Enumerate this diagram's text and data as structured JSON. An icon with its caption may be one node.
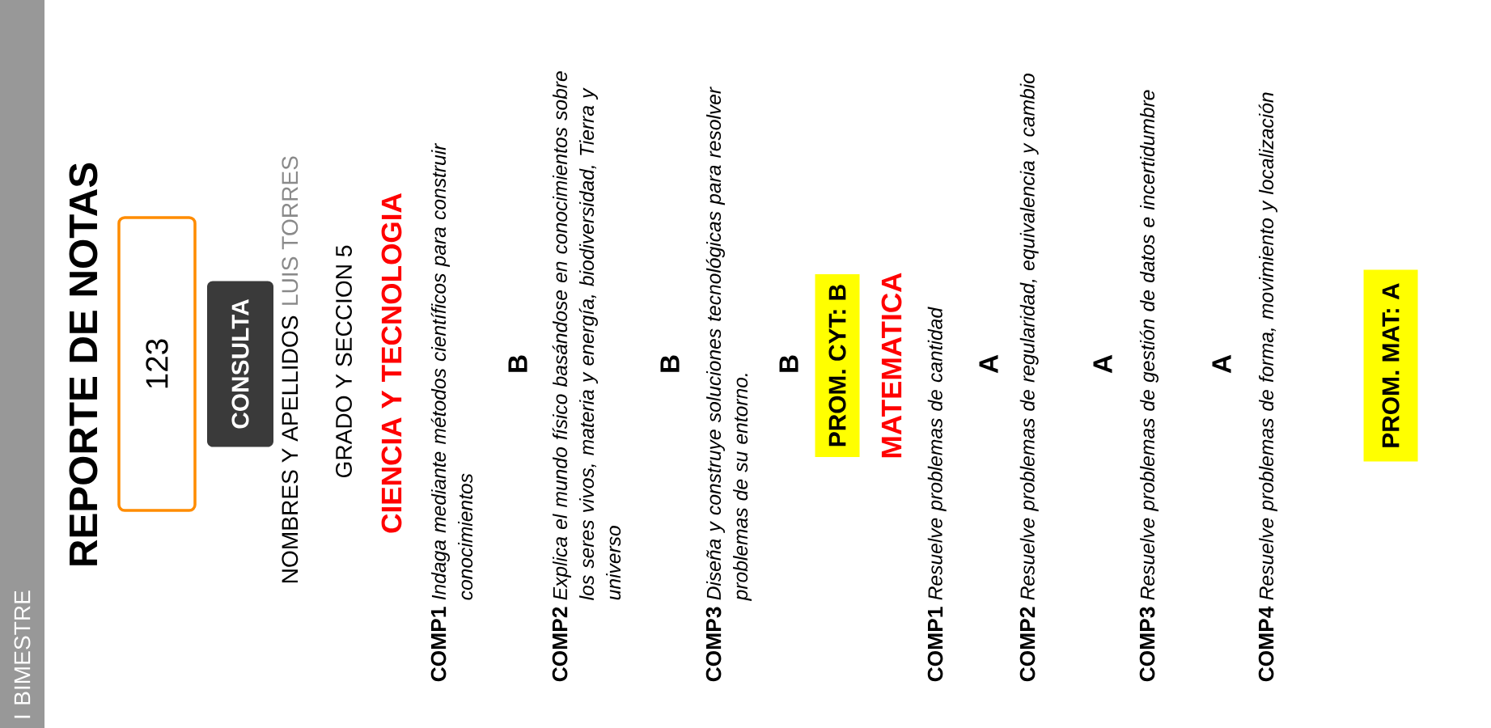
{
  "diagram": {
    "title": "REPORTE DE NOTAS",
    "nodes": [
      {
        "text": [
          "I BIMESTRE"
        ]
      },
      {
        "text": [
          "123"
        ]
      },
      {
        "text": [
          "CONSULTA"
        ]
      },
      {
        "text": [
          "PROM. CYT: B"
        ]
      },
      {
        "text": [
          "PROM. MAT: A"
        ]
      }
    ],
    "labels": [
      "NOMBRES Y APELLIDOS",
      "LUIS TORRES",
      "GRADO Y SECCION 5",
      "CIENCIA Y TECNOLOGIA",
      "COMP1",
      "Indaga mediante métodos científicos para construir conocimientos",
      "B",
      "COMP2",
      "Explica el mundo físico basándose en conocimientos sobre los seres vivos, materia y energía, biodiversidad, Tierra y universo",
      "B",
      "COMP3",
      "Diseña y construye soluciones tecnológicas para resolver problemas de su entorno.",
      "B",
      "MATEMATICA",
      "COMP1",
      "Resuelve problemas de cantidad",
      "A",
      "COMP2",
      "Resuelve problemas de regularidad, equivalencia y cambio",
      "A",
      "COMP3",
      "Resuelve problemas de gestión de datos e incertidumbre",
      "A",
      "COMP4",
      "Resuelve problemas de forma, movimiento y localización"
    ]
  }
}
